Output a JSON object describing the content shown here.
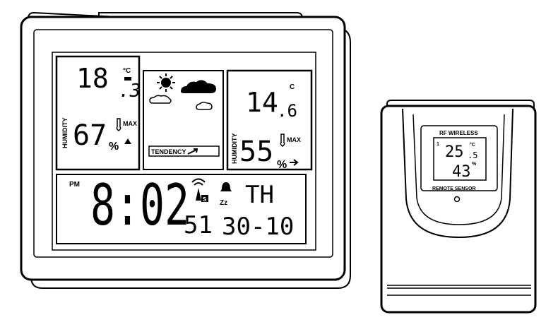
{
  "station": {
    "indoor": {
      "temp_whole": "18",
      "temp_decimal": ".3",
      "temp_unit": "°C",
      "humidity_label": "HUMIDITY",
      "humidity": "67",
      "humidity_unit": "%",
      "max_label": "MAX",
      "trend": "up"
    },
    "forecast": {
      "tendency_label": "TENDENCY",
      "icons": [
        "sun-icon",
        "cloud-icon"
      ]
    },
    "outdoor": {
      "temp_whole": "14",
      "temp_decimal": ".6",
      "temp_unit": "C",
      "humidity_label": "HUMIDITY",
      "humidity": "55",
      "humidity_unit": "%",
      "max_label": "MAX",
      "trend": "steady"
    },
    "clock": {
      "ampm": "PM",
      "time": "8:02",
      "seconds": "51",
      "weekday": "TH",
      "date": "30-10",
      "rcc_badge": "S",
      "snooze": "Zz"
    }
  },
  "sensor": {
    "title": "RF WIRELESS",
    "channel": "1",
    "temp_whole": "25",
    "temp_decimal": ".5",
    "temp_unit": "°C",
    "humidity": "43",
    "humidity_unit": "%",
    "label": "REMOTE SENSOR"
  },
  "colors": {
    "ink": "#000000",
    "background": "#ffffff"
  }
}
